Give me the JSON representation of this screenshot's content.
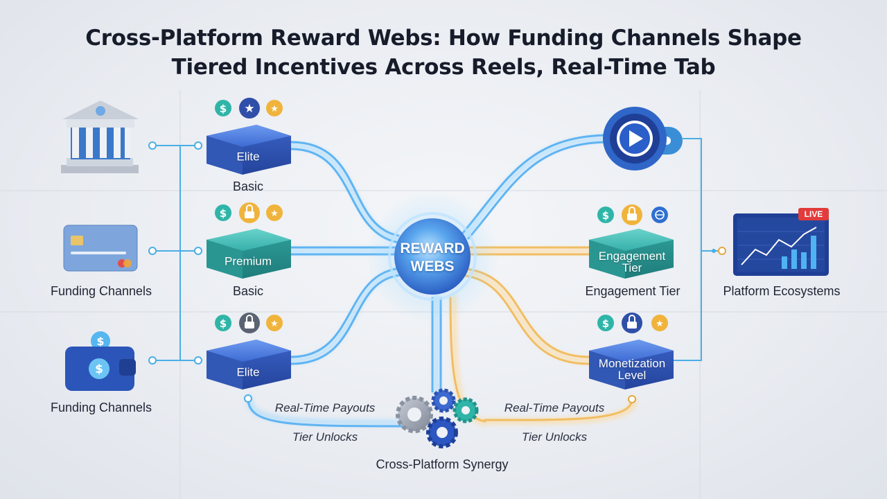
{
  "title": {
    "line1": "Cross-Platform Reward Webs: How Funding Channels Shape",
    "line2": "Tiered Incentives Across Reels, Real-Time Tab"
  },
  "hub": {
    "line1": "REWARD",
    "line2": "WEBS"
  },
  "left_column": {
    "funding_label_1": "Funding Channels",
    "funding_label_2": "Funding Channels"
  },
  "left_tiers": [
    {
      "box_label": "Elite",
      "caption": "Basic"
    },
    {
      "box_label": "Premium",
      "caption": "Basic"
    },
    {
      "box_label": "Elite",
      "caption": ""
    }
  ],
  "right_tiers": [
    {
      "box_line1": "Engagement",
      "box_line2": "Tier",
      "caption": "Engagement Tier"
    },
    {
      "box_line1": "Monetization",
      "box_line2": "Level",
      "caption": ""
    }
  ],
  "right_column": {
    "platform_label": "Platform Ecosystems",
    "live_badge": "LIVE"
  },
  "bottom": {
    "left_flow_1": "Real-Time Payouts",
    "left_flow_2": "Tier Unlocks",
    "right_flow_1": "Real-Time Payouts",
    "right_flow_2": "Tier Unlocks",
    "synergy_label": "Cross-Platform Synergy"
  },
  "icons": [
    "bank-icon",
    "credit-card-icon",
    "wallet-icon",
    "dollar-badge-icon",
    "star-badge-icon",
    "lock-badge-icon",
    "globe-badge-icon",
    "gears-icon",
    "play-button-icon",
    "live-chart-icon"
  ],
  "colors": {
    "blue_box": "#3f6fd6",
    "teal_box": "#34b3b0",
    "blue_line": "#5fb4f2",
    "gold_line": "#f1be63",
    "hub": "#4a8fe0"
  }
}
